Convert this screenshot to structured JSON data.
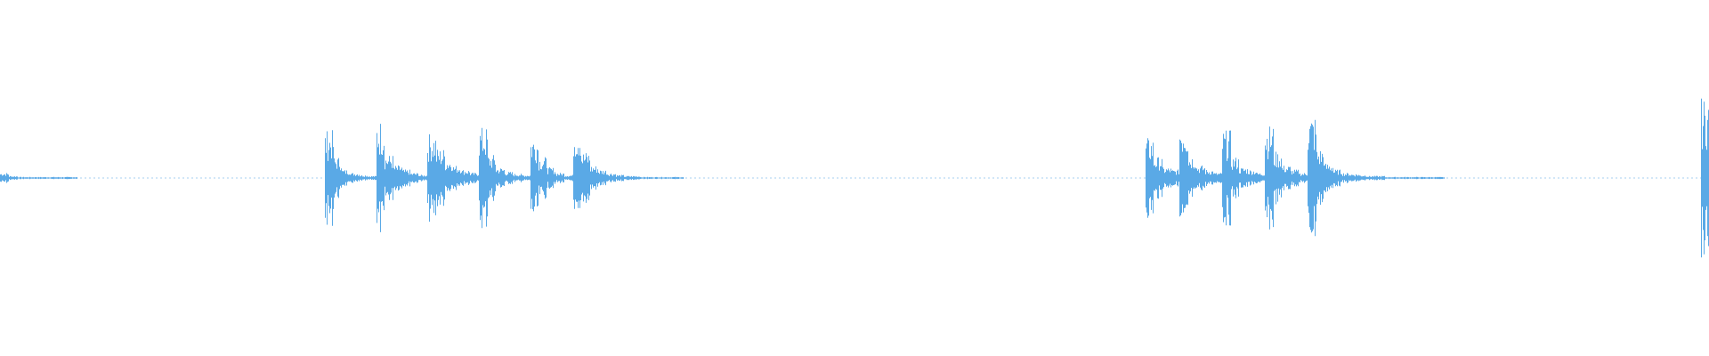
{
  "waveform": {
    "color": "#5aa9e6",
    "background": "#ffffff",
    "amplitude_profile": [
      0.05,
      0.02,
      0.01,
      0.01,
      0.01,
      0.01,
      0.01,
      0.01,
      0.01,
      0.0,
      0.0,
      0.0,
      0.0,
      0.0,
      0.0,
      0.0,
      0.0,
      0.0,
      0.0,
      0.0,
      0.0,
      0.0,
      0.0,
      0.0,
      0.0,
      0.0,
      0.0,
      0.0,
      0.0,
      0.0,
      0.0,
      0.0,
      0.0,
      0.0,
      0.0,
      0.0,
      0.0,
      0.0,
      0.45,
      0.2,
      0.08,
      0.05,
      0.03,
      0.02,
      0.55,
      0.22,
      0.12,
      0.08,
      0.05,
      0.03,
      0.42,
      0.28,
      0.18,
      0.12,
      0.08,
      0.05,
      0.48,
      0.22,
      0.1,
      0.06,
      0.04,
      0.03,
      0.4,
      0.2,
      0.1,
      0.05,
      0.03,
      0.5,
      0.25,
      0.12,
      0.08,
      0.05,
      0.03,
      0.02,
      0.02,
      0.01,
      0.01,
      0.01,
      0.01,
      0.01,
      0.0,
      0.0,
      0.0,
      0.0,
      0.0,
      0.0,
      0.0,
      0.0,
      0.0,
      0.0,
      0.0,
      0.0,
      0.0,
      0.0,
      0.0,
      0.0,
      0.0,
      0.0,
      0.0,
      0.0,
      0.0,
      0.0,
      0.0,
      0.0,
      0.0,
      0.0,
      0.0,
      0.0,
      0.0,
      0.0,
      0.0,
      0.0,
      0.0,
      0.0,
      0.0,
      0.0,
      0.0,
      0.0,
      0.0,
      0.0,
      0.0,
      0.0,
      0.0,
      0.0,
      0.0,
      0.0,
      0.0,
      0.0,
      0.0,
      0.0,
      0.0,
      0.0,
      0.0,
      0.0,
      0.38,
      0.2,
      0.1,
      0.08,
      0.55,
      0.22,
      0.12,
      0.08,
      0.05,
      0.45,
      0.2,
      0.1,
      0.08,
      0.05,
      0.5,
      0.25,
      0.12,
      0.08,
      0.05,
      0.6,
      0.28,
      0.14,
      0.08,
      0.05,
      0.04,
      0.03,
      0.02,
      0.02,
      0.01,
      0.01,
      0.01,
      0.01,
      0.01,
      0.01,
      0.01,
      0.0,
      0.0,
      0.0,
      0.0,
      0.0,
      0.0,
      0.0,
      0.0,
      0.0,
      0.0,
      0.0,
      0.0,
      0.0,
      0.0,
      0.0,
      0.0,
      0.0,
      0.0,
      0.0,
      0.0,
      0.0,
      0.0,
      0.0,
      0.0,
      0.0,
      0.0,
      0.0,
      0.0,
      0.0,
      0.0,
      0.75
    ]
  }
}
